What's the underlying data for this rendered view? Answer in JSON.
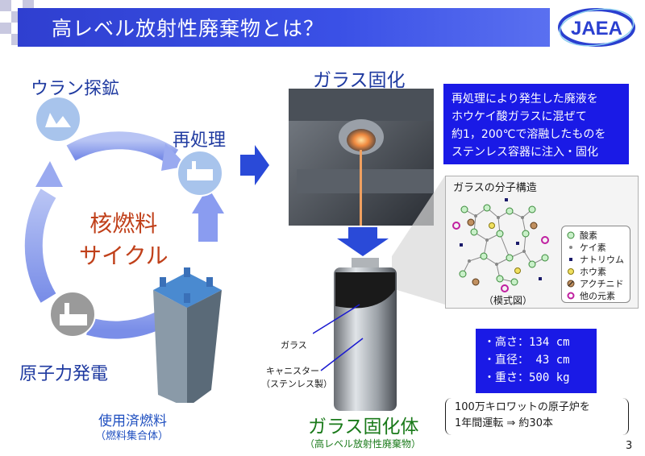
{
  "title": "高レベル放射性廃棄物とは？",
  "logo": {
    "text": "JAEA",
    "color": "#2a3fd0"
  },
  "cycle": {
    "center_line1": "核燃料",
    "center_line2": "サイクル",
    "stages": {
      "mining": "ウラン探鉱",
      "reprocessing": "再処理",
      "power": "原子力発電"
    },
    "fuel_label": "使用済燃料",
    "fuel_sub": "（燃料集合体）"
  },
  "vitrification": {
    "title": "ガラス固化",
    "info_lines": [
      "再処理により発生した廃液を",
      "ホウケイ酸ガラスに混ぜて",
      "約1，200℃で溶融したものを",
      "ステンレス容器に注入・固化"
    ]
  },
  "molecule": {
    "title": "ガラスの分子構造",
    "caption": "（模式図）",
    "legend": [
      {
        "symbol": "circle-green",
        "label": "酸素"
      },
      {
        "symbol": "dot-gray",
        "label": "ケイ素"
      },
      {
        "symbol": "square-navy",
        "label": "ナトリウム"
      },
      {
        "symbol": "circle-yellow",
        "label": "ホウ素"
      },
      {
        "symbol": "circle-brown",
        "label": "アクチニド"
      },
      {
        "symbol": "circle-magenta",
        "label": "他の元素"
      }
    ]
  },
  "canister": {
    "glass_label": "ガラス",
    "canister_label1": "キャニスター",
    "canister_label2": "（ステンレス製）"
  },
  "specs": [
    "・高さ：134 cm",
    "・直径： 43 cm",
    "・重さ：500 kg"
  ],
  "note_lines": [
    "100万キロワットの原子炉を",
    "1年間運転 ⇒ 約30本"
  ],
  "product": {
    "title": "ガラス固化体",
    "sub": "（高レベル放射性廃棄物）"
  },
  "page_number": "3",
  "colors": {
    "title_bar": "#3a50e6",
    "info_box": "#1a1ae6",
    "cycle_arrow": "#8a9cf0",
    "product_green": "#1a7a1a",
    "center_text": "#c0401a"
  }
}
